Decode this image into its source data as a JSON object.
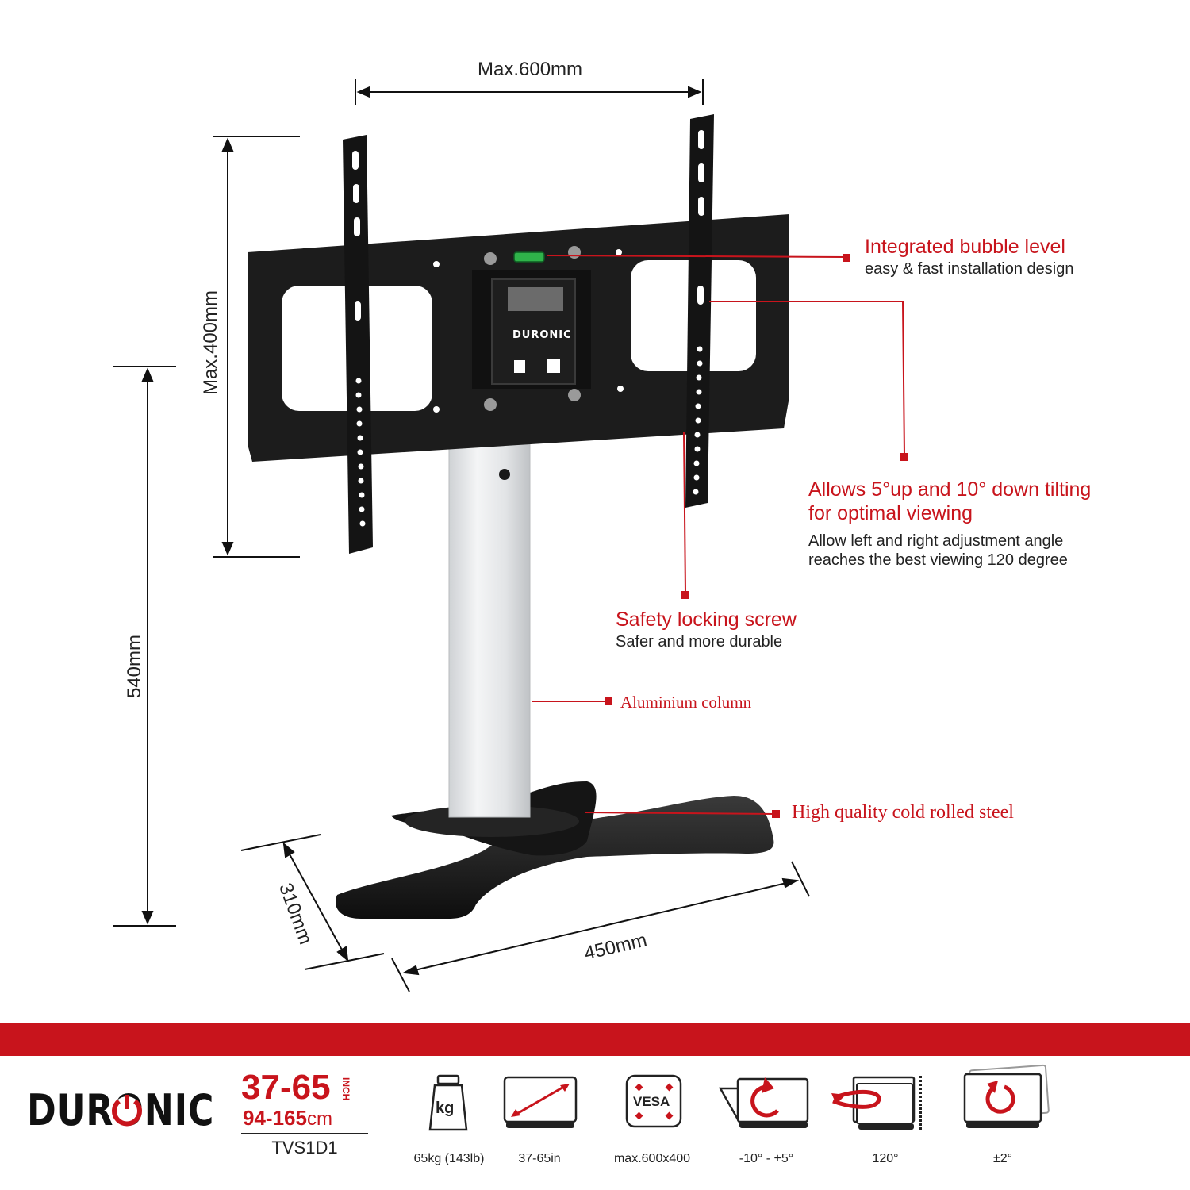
{
  "dimensions": {
    "width_label": "Max.600mm",
    "height_label": "Max.400mm",
    "column_label": "540mm",
    "depth_label": "310mm",
    "base_width_label": "450mm"
  },
  "callouts": {
    "bubble_level": {
      "title": "Integrated bubble level",
      "subtitle": "easy & fast installation design"
    },
    "tilt": {
      "title_line1": "Allows 5°up and 10° down tilting",
      "title_line2": "for optimal viewing",
      "sub_line1": "Allow left and right adjustment angle",
      "sub_line2": "reaches the best viewing 120 degree"
    },
    "safety": {
      "title": "Safety locking screw",
      "subtitle": "Safer and more durable"
    },
    "column": {
      "title": "Aluminium column"
    },
    "steel": {
      "title": "High quality cold rolled steel"
    }
  },
  "plate_logo": "DURONIC",
  "footer": {
    "brand": "DURONIC",
    "size_inch": "37-65",
    "size_inch_unit": "INCH",
    "size_cm_value": "94-165",
    "size_cm_unit": "cm",
    "model": "TVS1D1",
    "specs": [
      {
        "icon": "weight-icon",
        "icon_text": "kg",
        "label": "65kg (143lb)"
      },
      {
        "icon": "screen-size-icon",
        "label": "37-65in"
      },
      {
        "icon": "vesa-icon",
        "icon_text": "VESA",
        "label": "max.600x400"
      },
      {
        "icon": "tilt-icon",
        "label": "-10° - +5°"
      },
      {
        "icon": "swivel-icon",
        "label": "120°"
      },
      {
        "icon": "rotate-icon",
        "label": "±2°"
      }
    ]
  },
  "colors": {
    "accent_red": "#c8141c",
    "bracket_black": "#1c1c1c",
    "column_silver": "#e6e8ea"
  }
}
